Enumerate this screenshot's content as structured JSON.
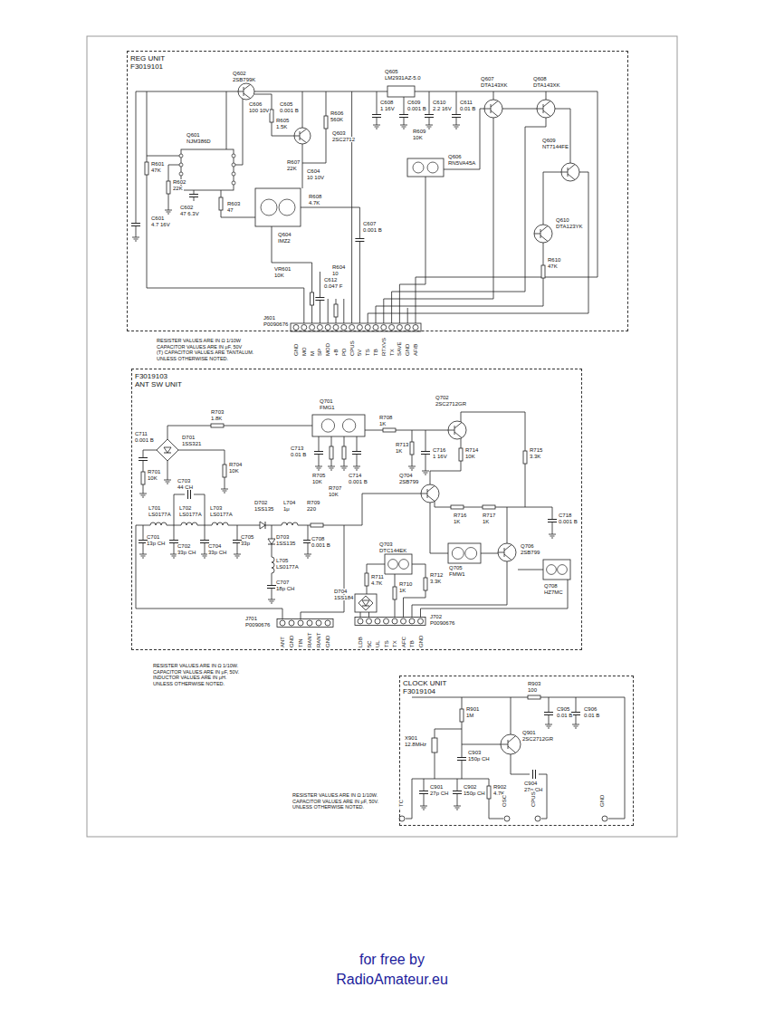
{
  "diagram": {
    "nodes": [
      {
        "text": [
          "REG UNIT",
          "F3019101"
        ]
      },
      {
        "text": [
          "F3019103",
          "ANT SW UNIT"
        ]
      },
      {
        "text": [
          "CLOCK UNIT",
          "F3019104"
        ]
      }
    ],
    "labels": [
      "Q601",
      "NJM386D",
      "R601",
      "47K",
      "C601",
      "4.7 16V",
      "R602",
      "22K",
      "C602",
      "47 6.3V",
      "R603",
      "47",
      "Q602",
      "2SB799K",
      "C606",
      "100 10V",
      "C605",
      "0.001 B",
      "R606",
      "560K",
      "R605",
      "1.5K",
      "Q603",
      "2SC2712",
      "R607",
      "22K",
      "C604",
      "10 10V",
      "R608",
      "4.7K",
      "Q604",
      "IMZ2",
      "C607",
      "0.001 B",
      "Q605",
      "LM2931AZ-5.0",
      "C608",
      "1 16V",
      "C609",
      "0.001 B",
      "C610",
      "2.2 16V",
      "C611",
      "0.01 B",
      "R609",
      "10K",
      "Q606",
      "RN5VA45A",
      "Q607",
      "DTA143XK",
      "Q608",
      "DTA143XK",
      "Q609",
      "NT7144FE",
      "Q610",
      "DTA123YK",
      "R610",
      "47K",
      "VR601",
      "10K",
      "C612",
      "0.047 F",
      "R604",
      "10",
      "J601",
      "P0090676",
      "GND",
      "MO",
      "M",
      "SP",
      "MOD",
      "+B",
      "PD",
      "CPUS",
      "5V",
      "TS",
      "TB",
      "RTXVS",
      "TX",
      "SAVE",
      "GND",
      "AF/B",
      "RESISTER VALUES ARE IN Ω 1/10W",
      "CAPACITOR VALUES ARE IN μF, 50V",
      "(T) CAPACITOR VALUES ARE TANTALUM.",
      "UNLESS OTHERWISE NOTED.",
      "D701",
      "1SS321",
      "R703",
      "1.8K",
      "C711",
      "0.001 B",
      "R701",
      "10K",
      "R704",
      "10K",
      "C703",
      "44 CH",
      "L701",
      "LS0177A",
      "L702",
      "LS0177A",
      "L703",
      "LS0177A",
      "C701",
      "13p CH",
      "C702",
      "33p CH",
      "C704",
      "33p CH",
      "C705",
      "33p",
      "D702",
      "1SS135",
      "L704",
      "1μ",
      "R709",
      "220",
      "C708",
      "0.001 B",
      "D703",
      "1SS135",
      "L705",
      "LS0177A",
      "C707",
      "18p CH",
      "Q701",
      "FMG1",
      "C713",
      "0.01 B",
      "R705",
      "10K",
      "R707",
      "10K",
      "C714",
      "0.001 B",
      "R708",
      "1K",
      "R713",
      "1K",
      "Q702",
      "2SC2712GR",
      "C716",
      "1 16V",
      "R714",
      "10K",
      "R715",
      "3.3K",
      "Q704",
      "2SB799",
      "R716",
      "1K",
      "R717",
      "1K",
      "Q705",
      "FMW1",
      "Q706",
      "2SB799",
      "Q703",
      "DTC144EK",
      "Q708",
      "HZ7MC",
      "C718",
      "0.001 B",
      "R711",
      "4.7K",
      "R712",
      "3.3K",
      "R710",
      "1K",
      "D704",
      "1SS184",
      "J701",
      "P0090676",
      "ANT",
      "GND",
      "TIN",
      "RANT",
      "RANT",
      "GND",
      "J702",
      "P0090676",
      "LDB",
      "5C",
      "UL",
      "TS",
      "TX",
      "AFC",
      "TB",
      "GND",
      "RESISTER VALUES ARE IN Ω 1/10W.",
      "CAPACITOR VALUES ARE IN μF, 50V.",
      "INDUCTOR VALUES ARE IN μH.",
      "UNLESS OTHERWISE NOTED.",
      "R903",
      "100",
      "R901",
      "1M",
      "C905",
      "0.01 B",
      "C906",
      "0.01 B",
      "X901",
      "12.8MHz",
      "C903",
      "150p CH",
      "Q901",
      "2SC2712GR",
      "C904",
      "27p CH",
      "C901",
      "27p CH",
      "C902",
      "150p CH",
      "R902",
      "4.7K",
      "RESISTER VALUES ARE IN Ω 1/10W.",
      "CAPACITOR VALUES ARE IN μF, 50V.",
      "UNLESS OTHERWISE NOTED.",
      "TC",
      "OSC",
      "CPUS",
      "GND",
      "for free by",
      "RadioAmateur.eu"
    ]
  }
}
